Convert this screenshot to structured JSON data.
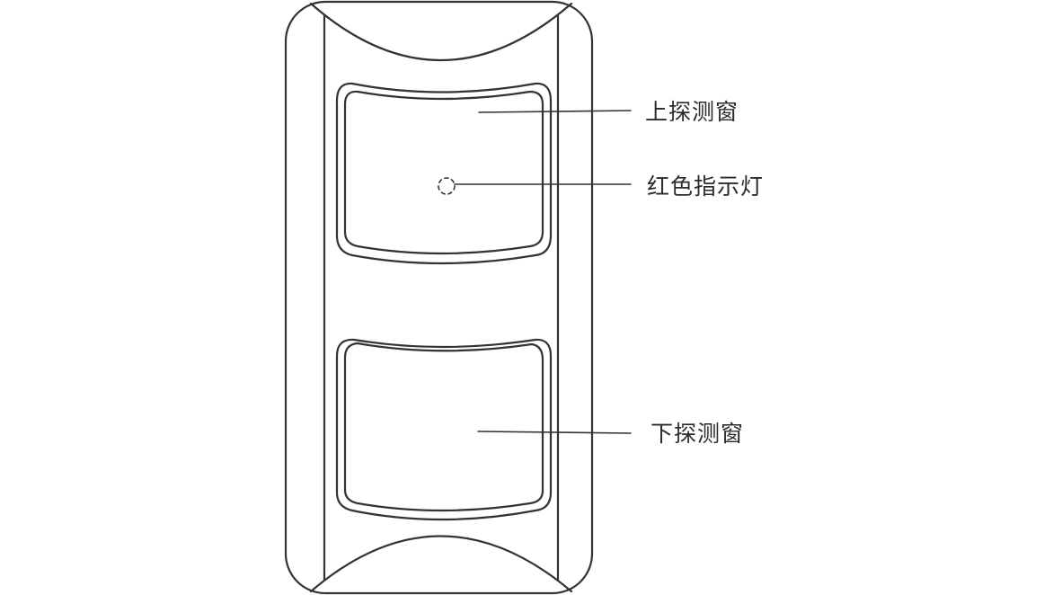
{
  "diagram": {
    "subject": "PIR motion detector front view",
    "stroke_color": "#333333",
    "background": "#ffffff"
  },
  "labels": {
    "upper_window": "上探测窗",
    "red_indicator": "红色指示灯",
    "lower_window": "下探测窗"
  }
}
